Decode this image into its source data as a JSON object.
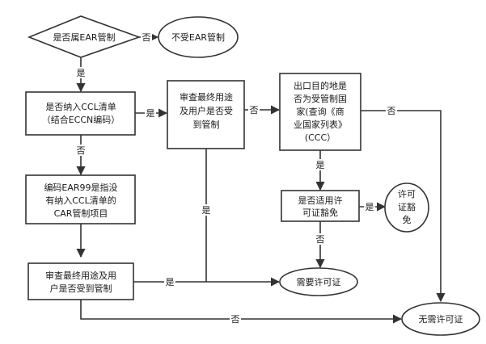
{
  "nodes": {
    "q_ear": "是否属EAR管制",
    "not_ear": "不受EAR管制",
    "q_ccl_1": "是否纳入CCL清单",
    "q_ccl_2": "（结合ECCN编码）",
    "review_top_1": "审查最终用途",
    "review_top_2": "及用户是否受",
    "review_top_3": "到管制",
    "country_1": "出口目的地是",
    "country_2": "否为受管制国",
    "country_3": "家(查询《商",
    "country_4": "业国家列表》",
    "country_5": "(CCC）",
    "ear99_1": "编码EAR99是指没",
    "ear99_2": "有纳入CCL清单的",
    "ear99_3": "CAR管制项目",
    "q_exempt_1": "是否适用许",
    "q_exempt_2": "可证豁免",
    "exempt_1": "许可",
    "exempt_2": "证豁",
    "exempt_3": "免",
    "review_bottom_1": "审查最终用途及用",
    "review_bottom_2": "户是否受到管制",
    "need_license": "需要许可证",
    "no_license": "无需许可证"
  },
  "edges": {
    "ear_no": "否",
    "ear_yes": "是",
    "ccl_yes": "是",
    "ccl_no": "否",
    "review_top_no": "否",
    "review_top_yes": "是",
    "country_no": "否",
    "country_yes": "是",
    "exempt_yes": "是",
    "exempt_no": "否",
    "review_bottom_yes": "是",
    "review_bottom_no": "否"
  },
  "colors": {
    "stroke": "#333333",
    "fill": "#ffffff",
    "text": "#1a1a1a"
  }
}
